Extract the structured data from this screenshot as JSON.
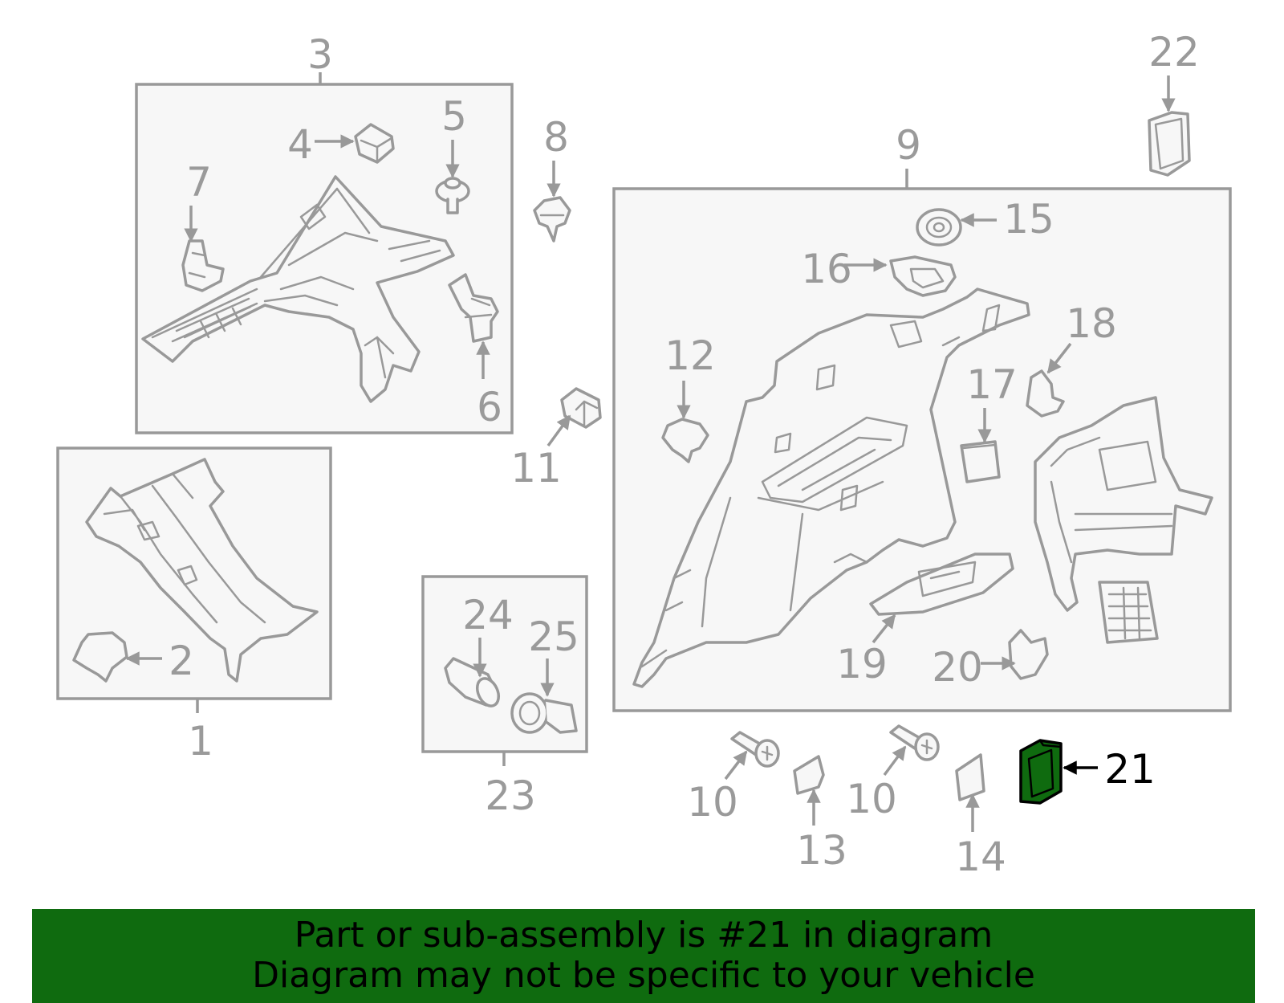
{
  "diagram": {
    "callouts": {
      "c1": "1",
      "c2": "2",
      "c3": "3",
      "c4": "4",
      "c5": "5",
      "c6": "6",
      "c7": "7",
      "c8": "8",
      "c9": "9",
      "c10a": "10",
      "c10b": "10",
      "c11": "11",
      "c12": "12",
      "c13": "13",
      "c14": "14",
      "c15": "15",
      "c16": "16",
      "c17": "17",
      "c18": "18",
      "c19": "19",
      "c20": "20",
      "c21": "21",
      "c22": "22",
      "c23": "23",
      "c24": "24",
      "c25": "25"
    },
    "highlight_part": "21",
    "colors": {
      "highlight": "#0f6b0f",
      "line": "#999999",
      "label": "#9a9a9a",
      "banner": "#0f6b0f"
    }
  },
  "banner": {
    "line1": "Part or sub-assembly is #21 in diagram",
    "line2": "Diagram may not be specific to your vehicle"
  }
}
